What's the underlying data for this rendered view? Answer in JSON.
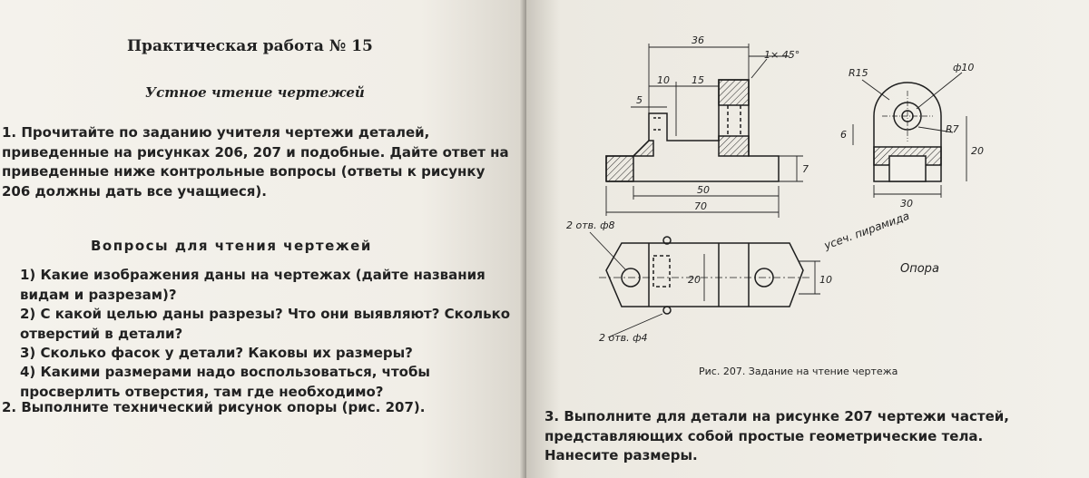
{
  "left": {
    "title": "Практическая работа № 15",
    "subtitle": "Устное чтение чертежей",
    "task1": "1. Прочитайте по заданию учителя чертежи деталей, приведенные на рисунках 206, 207 и подобные. Дайте ответ на приведенные ниже контрольные вопросы (ответы к рисунку 206 должны дать все учащиеся).",
    "questions_title": "Вопросы для чтения чертежей",
    "questions": [
      "1) Какие изображения даны на чертежах (дайте названия видам и разрезам)?",
      "2) С какой целью даны разрезы? Что они выявляют? Сколько отверстий в детали?",
      "3) Сколько фасок у детали? Каковы их размеры?",
      "4) Какими размерами надо воспользоваться, чтобы просверлить отверстия, там где необходимо?"
    ],
    "task2": "2. Выполните технический рисунок опоры (рис. 207)."
  },
  "right": {
    "drawing": {
      "dims": {
        "d36": "36",
        "chamfer": "1× 45°",
        "d10": "10",
        "d15": "15",
        "d5": "5",
        "d7": "7",
        "d50": "50",
        "d70": "70",
        "r15": "R15",
        "phi10": "ф10",
        "d6": "6",
        "r7": "R7",
        "d20": "20",
        "d30": "30",
        "holes8": "2 отв. ф8",
        "holes4": "2 отв. ф4",
        "d20b": "20",
        "d10b": "10"
      },
      "part_name": "Опора",
      "handwritten_note": "усеч. пирамида"
    },
    "caption": "Рис. 207. Задание на чтение чертежа",
    "task3": "3. Выполните для детали на рисунке 207 чертежи частей, представляющих собой простые геометрические тела. Нанесите размеры."
  }
}
